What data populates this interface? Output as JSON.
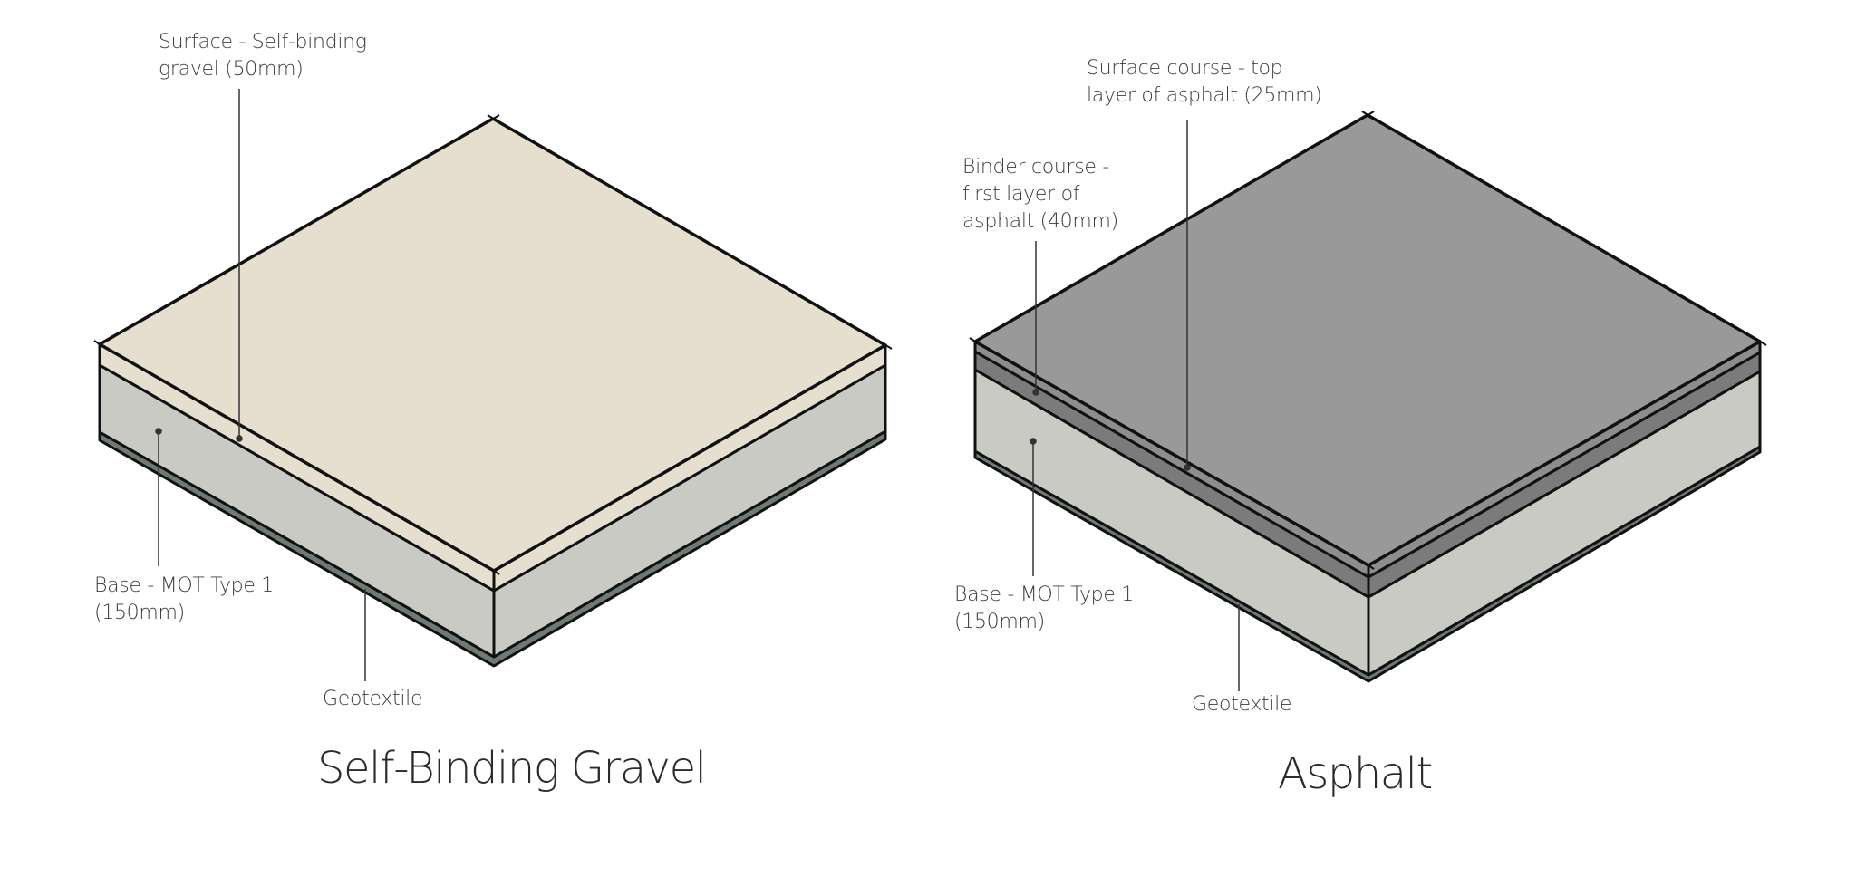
{
  "colors": {
    "gravel_surface": "#e6dfcf",
    "base": "#cacac5",
    "geotextile": "#6f7a74",
    "asphalt_surface": "#999999",
    "asphalt_surface_edge": "#8d8d8d",
    "asphalt_binder": "#7b7b7b",
    "outline": "#111111",
    "leader": "#333333"
  },
  "diagrams": [
    {
      "title": "Self-Binding Gravel",
      "layers": [
        {
          "name": "surface",
          "label_lines": [
            "Surface - Self-binding",
            "gravel (50mm)"
          ]
        },
        {
          "name": "base",
          "label_lines": [
            "Base - MOT Type 1",
            "(150mm)"
          ]
        },
        {
          "name": "geotextile",
          "label_lines": [
            "Geotextile"
          ]
        }
      ]
    },
    {
      "title": "Asphalt",
      "layers": [
        {
          "name": "surface-course",
          "label_lines": [
            "Surface course - top",
            "layer of asphalt (25mm)"
          ]
        },
        {
          "name": "binder-course",
          "label_lines": [
            "Binder course -",
            "first layer of",
            "asphalt (40mm)"
          ]
        },
        {
          "name": "base",
          "label_lines": [
            "Base - MOT Type 1",
            "(150mm)"
          ]
        },
        {
          "name": "geotextile",
          "label_lines": [
            "Geotextile"
          ]
        }
      ]
    }
  ]
}
